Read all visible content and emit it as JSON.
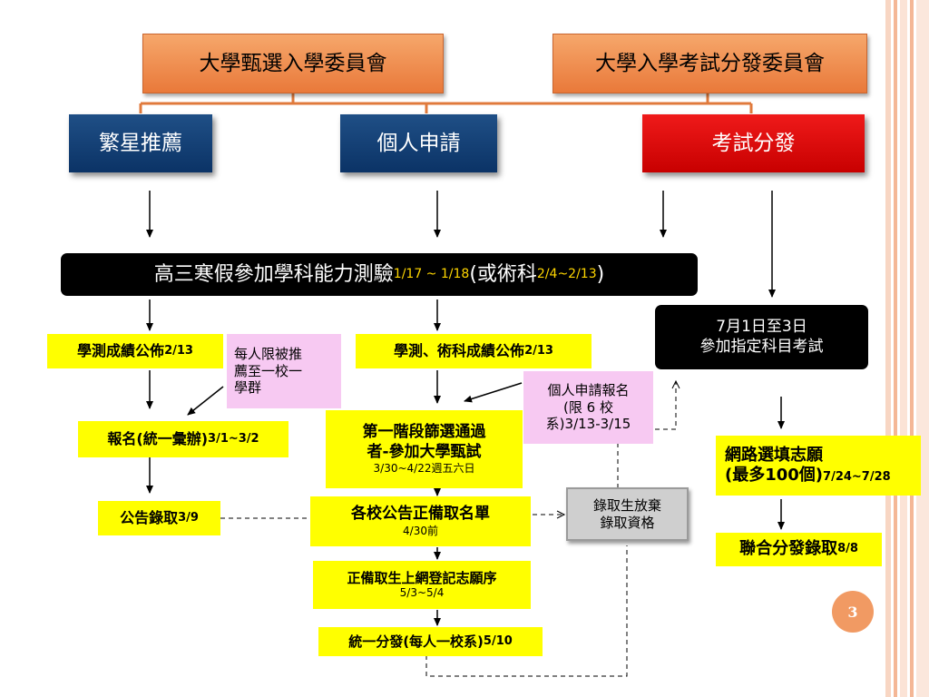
{
  "colors": {
    "accent_orange": "#e9793a",
    "navy": "#0b3366",
    "red": "#d90000",
    "yellow": "#ffff00",
    "pink": "#f7c9f2",
    "black": "#000000"
  },
  "committees": {
    "left": "大學甄選入學委員會",
    "right": "大學入學考試分發委員會"
  },
  "channels": {
    "star": "繁星推薦",
    "personal": "個人申請",
    "exam": "考試分發"
  },
  "gsat": {
    "main": "高三寒假參加學科能力測驗",
    "date1": "1/17 ~ 1/18",
    "mid": " (或術科",
    "date2": "2/4~2/13",
    "end": ")"
  },
  "ast": {
    "line1": "7月1日至3日",
    "line2": "參加指定科目考試"
  },
  "star_track": {
    "results": "學測成績公佈 ",
    "results_date": "2/13",
    "note_line1": "每人限被推",
    "note_line2": "薦至一校一",
    "note_line3": "學群",
    "register": "報名(統一彙辦)",
    "register_date": "3/1~3/2",
    "announce": "公告錄取",
    "announce_date": "3/9"
  },
  "personal_track": {
    "results": "學測、術科成績公佈",
    "results_date": "2/13",
    "apply_line1": "個人申請報名",
    "apply_line2": "(限 6 校",
    "apply_line3": "系)3/13-3/15",
    "stage1_line1": "第一階段篩選通過",
    "stage1_line2": "者-參加大學甄試",
    "stage1_date": "3/30~4/22週五六日",
    "list_title": "各校公告正備取名單",
    "list_date": "4/30前",
    "waiver_line1": "錄取生放棄",
    "waiver_line2": "錄取資格",
    "online_title": "正備取生上網登記志願序",
    "online_date": "5/3~5/4",
    "unified": "統一分發(每人一校系)",
    "unified_date": "5/10"
  },
  "exam_track": {
    "choice_line1": "網路選填志願",
    "choice_line2": "(最多100個)",
    "choice_date": "7/24~7/28",
    "result": "聯合分發錄取",
    "result_date": "8/8"
  },
  "page_number": "3"
}
